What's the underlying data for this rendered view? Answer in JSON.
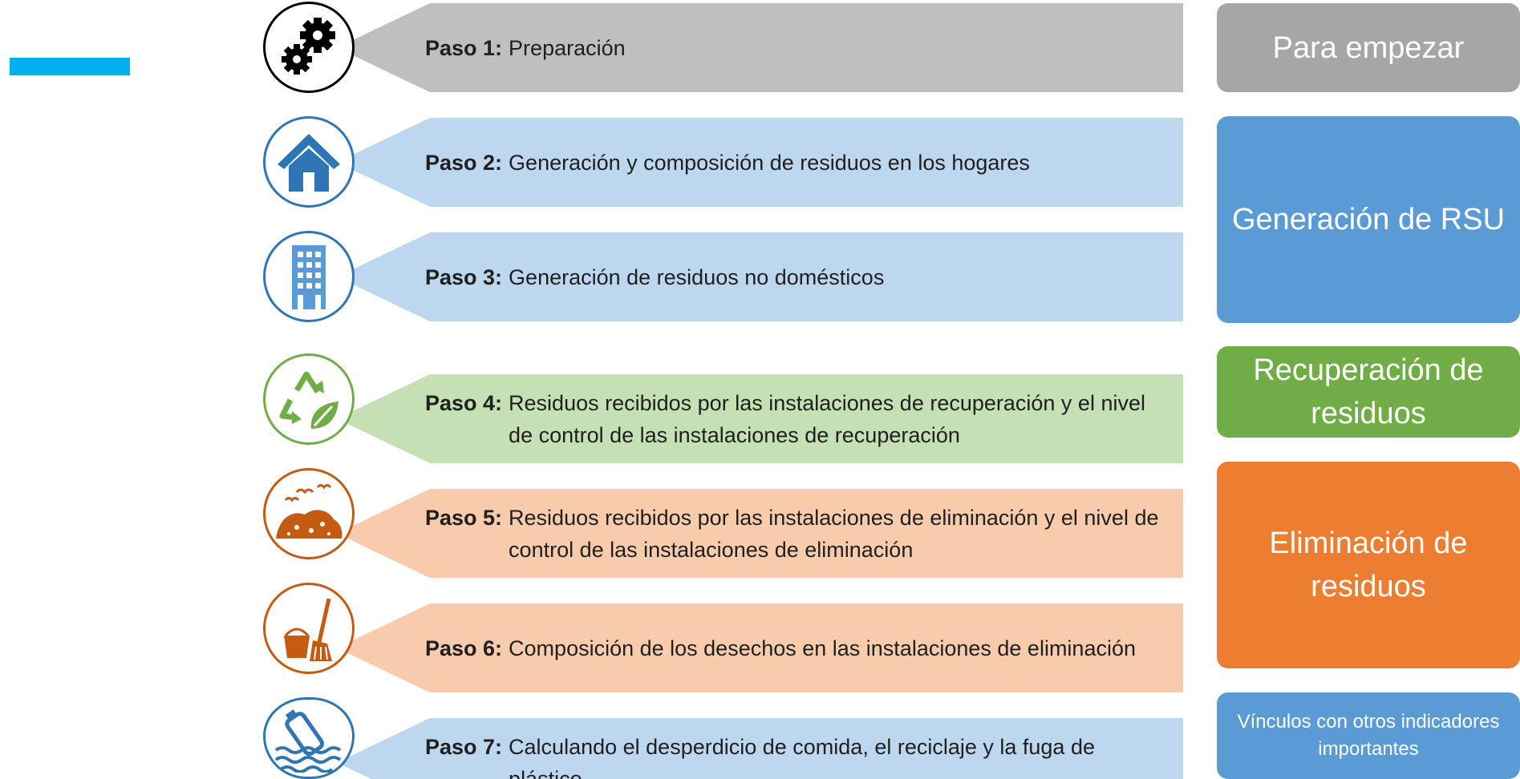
{
  "steps": [
    {
      "label": "Paso 1:",
      "text": "Preparación",
      "color": "#bfbfbf",
      "icon": "gears-icon"
    },
    {
      "label": "Paso 2:",
      "text": "Generación y composición de residuos en los hogares",
      "color": "#bdd7ee",
      "icon": "house-icon"
    },
    {
      "label": "Paso 3:",
      "text": "Generación de residuos no domésticos",
      "color": "#bdd7ee",
      "icon": "building-icon"
    },
    {
      "label": "Paso 4:",
      "text": "Residuos recibidos por las instalaciones de recuperación y el nivel de control de las instalaciones de recuperación",
      "color": "#c5e0b4",
      "icon": "recycle-leaf-icon"
    },
    {
      "label": "Paso 5:",
      "text": "Residuos recibidos por las instalaciones de eliminación y el nivel de control de las instalaciones de eliminación",
      "color": "#f8cbad",
      "icon": "landfill-icon"
    },
    {
      "label": "Paso 6:",
      "text": "Composición de los desechos en las instalaciones de eliminación",
      "color": "#f8cbad",
      "icon": "bucket-broom-icon"
    },
    {
      "label": "Paso 7:",
      "text": "Calculando el desperdicio de comida, el reciclaje y la fuga de plástico",
      "color": "#bdd7ee",
      "icon": "plastic-water-icon"
    }
  ],
  "categories": [
    {
      "text": "Para empezar",
      "color": "#a6a6a6"
    },
    {
      "text": "Generación de RSU",
      "color": "#5b9bd5"
    },
    {
      "text": "Recuperación de residuos",
      "color": "#70ad47"
    },
    {
      "text": "Eliminación de residuos",
      "color": "#ed7d31"
    },
    {
      "text": "Vínculos con otros indicadores importantes",
      "color": "#5b9bd5"
    }
  ],
  "colors": {
    "accent": "#00b0f0",
    "icon_dark": "#000000",
    "icon_blue": "#2e75b6",
    "icon_green": "#70ad47",
    "icon_orange": "#c55a11"
  }
}
